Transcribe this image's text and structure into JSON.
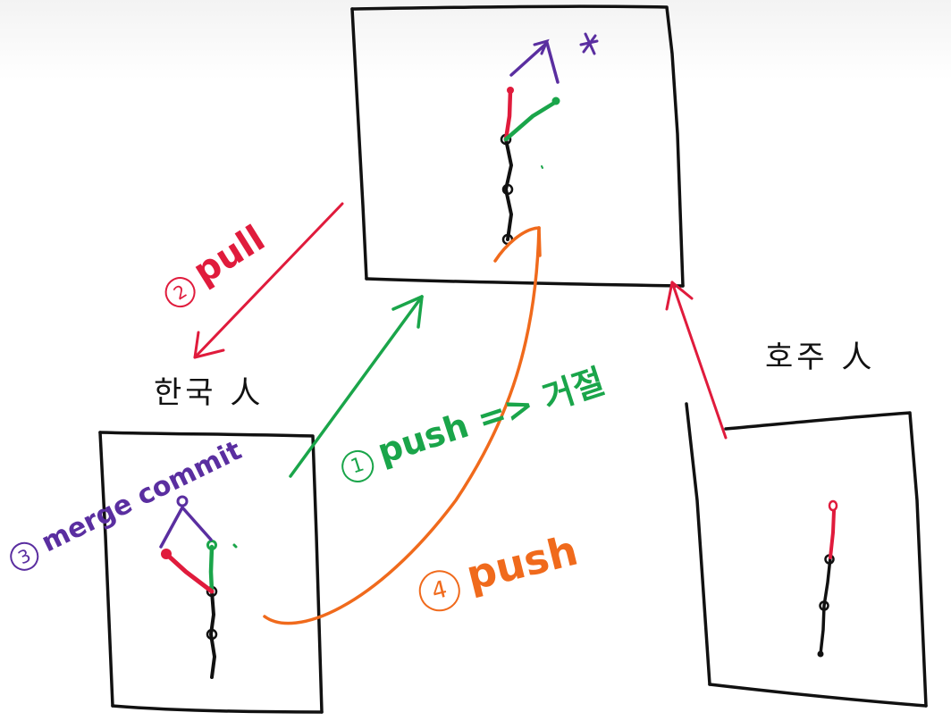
{
  "labels": {
    "korea": "한국 人",
    "australia": "호주 人",
    "step1": {
      "num": "1",
      "text": "push => 거절"
    },
    "step2": {
      "num": "2",
      "text": "pull"
    },
    "step3": {
      "num": "3",
      "text": "merge commit"
    },
    "step4": {
      "num": "4",
      "text": "push"
    },
    "star": "*"
  },
  "colors": {
    "ink": "#111111",
    "red": "#e01b3c",
    "green": "#1aa54a",
    "purple": "#5a2ea0",
    "orange": "#f06a1c"
  }
}
